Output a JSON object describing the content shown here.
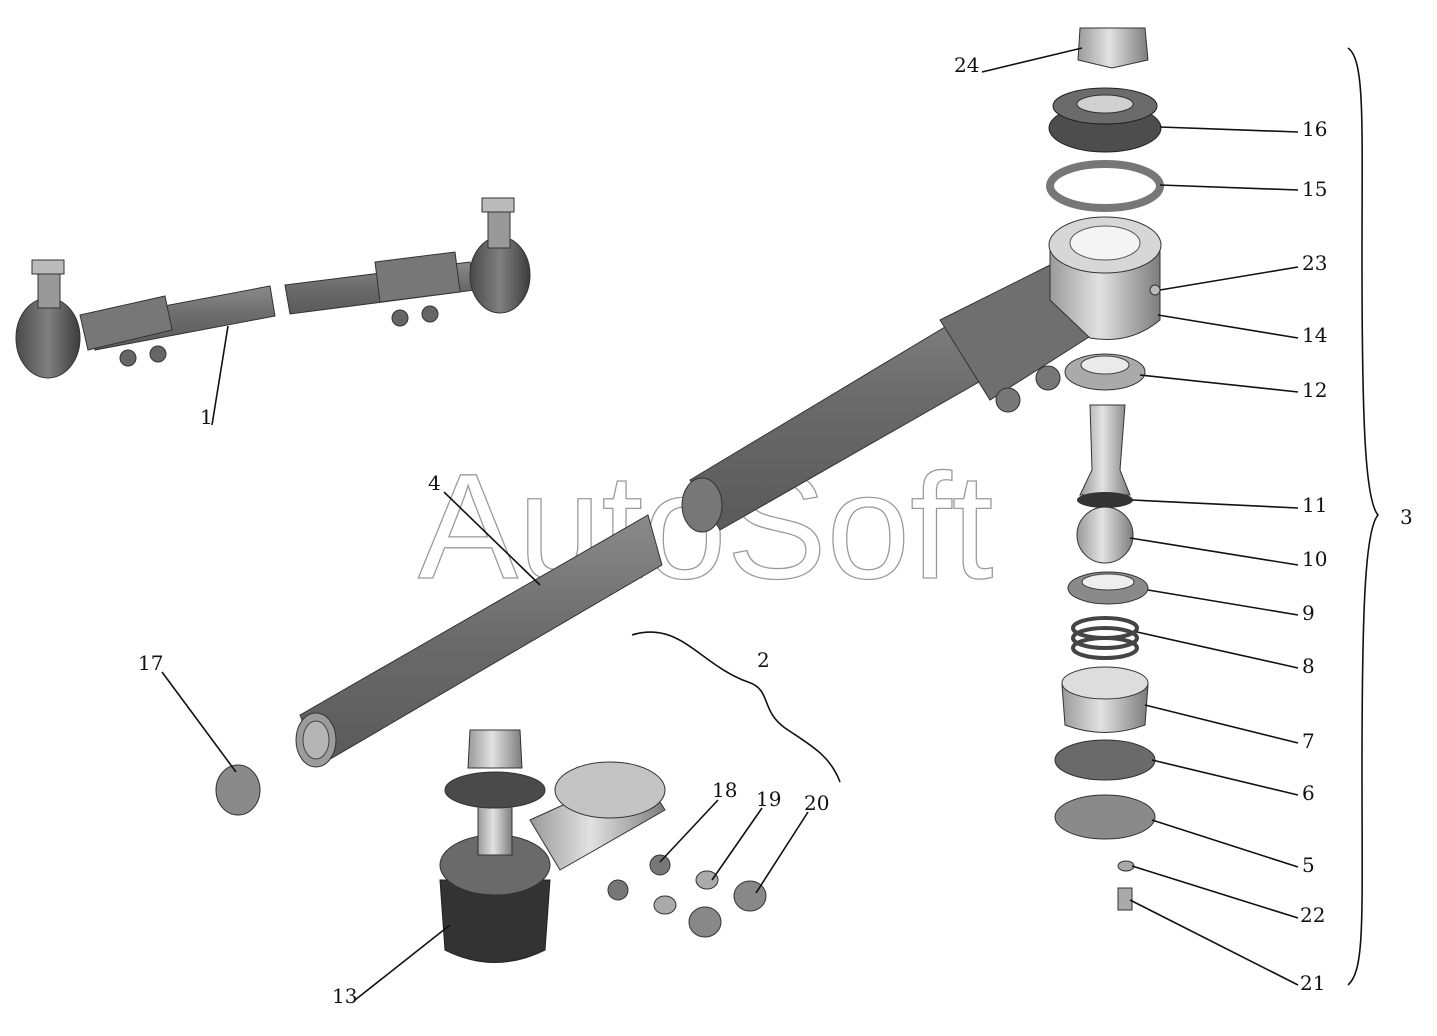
{
  "watermark": "AutoSoft",
  "callouts": {
    "c1": "1",
    "c2": "2",
    "c3": "3",
    "c4": "4",
    "c5": "5",
    "c6": "6",
    "c7": "7",
    "c8": "8",
    "c9": "9",
    "c10": "10",
    "c11": "11",
    "c12": "12",
    "c13": "13",
    "c14": "14",
    "c15": "15",
    "c16": "16",
    "c17": "17",
    "c18": "18",
    "c19": "19",
    "c20": "20",
    "c21": "21",
    "c22": "22",
    "c23": "23",
    "c24": "24"
  },
  "colors": {
    "part_dark": "#6e6e6e",
    "part_mid": "#8c8c8c",
    "part_light": "#c8c8c8",
    "line": "#111111"
  }
}
